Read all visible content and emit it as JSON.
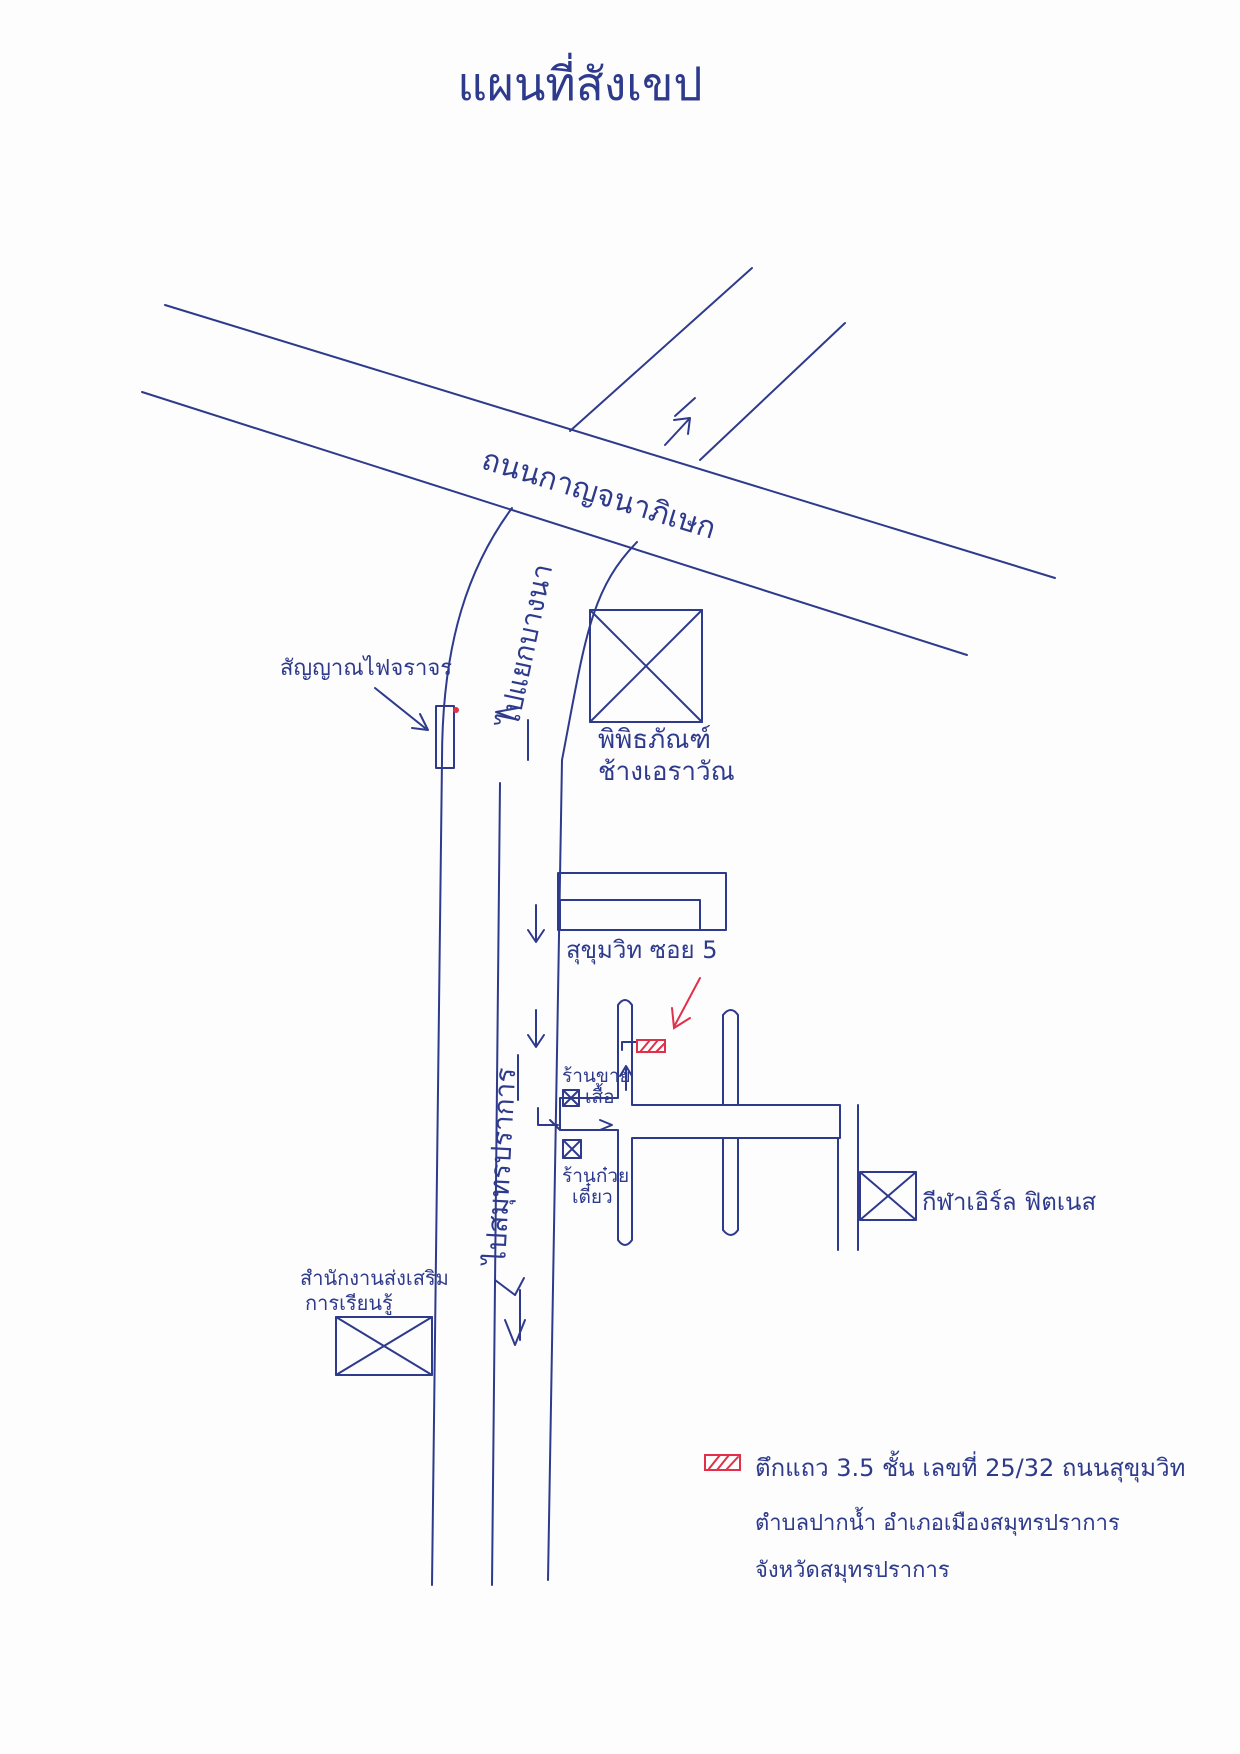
{
  "title": "แผนที่สังเขป",
  "roads": {
    "main_highway": "ถนนกาญจนาภิเษก",
    "side_road_upper": "ไปแยกบางนา",
    "side_road_lower": "ไปสมุทรปราการ",
    "soi": "สุขุมวิท ซอย 5"
  },
  "landmarks": {
    "traffic_light": "สัญญาณไฟจราจร",
    "museum_line1": "พิพิธภัณฑ์",
    "museum_line2": "ช้างเอราวัณ",
    "shop_clothes_line1": "ร้านขาย",
    "shop_clothes_line2": "เสื้อ",
    "shop_noodle_line1": "ร้านก๋วย",
    "shop_noodle_line2": "เตี๋ยว",
    "gym": "กีฬาเอิร์ล ฟิตเนส",
    "office_line1": "สำนักงานส่งเสริม",
    "office_line2": "การเรียนรู้"
  },
  "legend": {
    "line1": "ตึกแถว 3.5 ชั้น เลขที่ 25/32 ถนนสุขุมวิท",
    "line2": "ตำบลปากน้ำ อำเภอเมืองสมุทรปราการ",
    "line3": "จังหวัดสมุทรปราการ",
    "marker_color": "#e0304a"
  },
  "colors": {
    "ink": "#2e3a8c",
    "marker": "#e0304a"
  }
}
